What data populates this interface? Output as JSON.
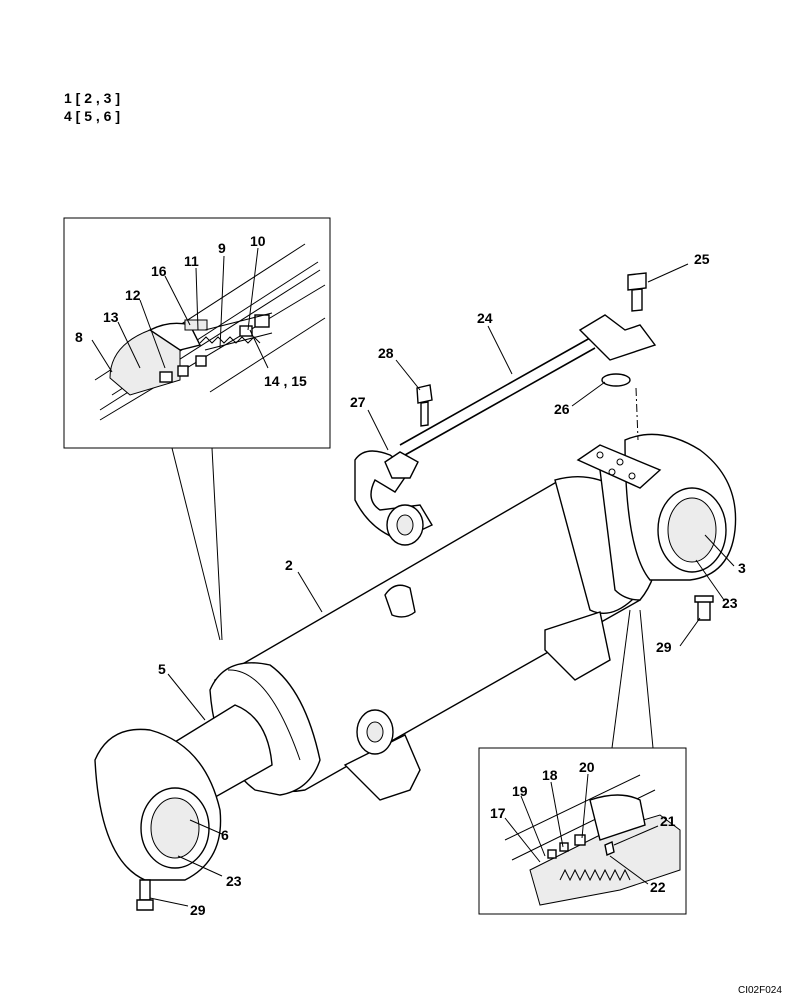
{
  "header": {
    "line1": "1 [ 2 , 3 ]",
    "line2": "4 [ 5 , 6 ]"
  },
  "figure_code": "CI02F024",
  "labels": {
    "p2": "2",
    "p3": "3",
    "p5": "5",
    "p6": "6",
    "p8": "8",
    "p9": "9",
    "p10": "10",
    "p11": "11",
    "p12": "12",
    "p13": "13",
    "p14_15": "14 , 15",
    "p16": "16",
    "p17": "17",
    "p18": "18",
    "p19": "19",
    "p20": "20",
    "p21": "21",
    "p22": "22",
    "p23a": "23",
    "p23b": "23",
    "p24": "24",
    "p25": "25",
    "p26": "26",
    "p27": "27",
    "p28": "28",
    "p29a": "29",
    "p29b": "29"
  }
}
